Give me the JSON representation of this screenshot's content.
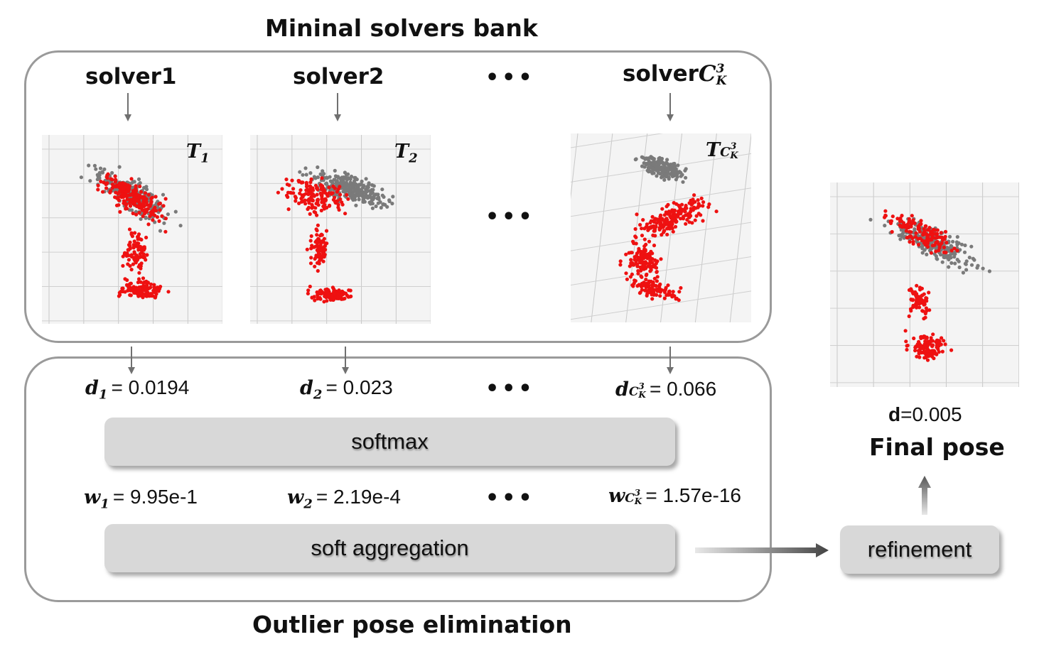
{
  "header": {
    "title": "Mininal solvers bank"
  },
  "footer": {
    "title": "Outlier pose elimination"
  },
  "solvers": [
    {
      "label": "solver1",
      "transform": "T",
      "transform_sub": "1"
    },
    {
      "label": "solver2",
      "transform": "T",
      "transform_sub": "2"
    },
    {
      "label": "solver",
      "label_math": "C",
      "label_sub": "K",
      "label_sup": "3",
      "transform": "T",
      "transform_sub": "C",
      "transform_sub_sub": "K",
      "transform_sub_sup": "3"
    }
  ],
  "ellipsis": "•••",
  "distances": [
    {
      "symbol": "d",
      "sub": "1",
      "value": "= 0.0194"
    },
    {
      "symbol": "d",
      "sub": "2",
      "value": "= 0.023"
    },
    {
      "symbol": "d",
      "sub": "C",
      "sub_sub": "K",
      "sub_sup": "3",
      "value": "= 0.066"
    }
  ],
  "weights": [
    {
      "symbol": "w",
      "sub": "1",
      "value": "= 9.95e-1"
    },
    {
      "symbol": "w",
      "sub": "2",
      "value": "= 2.19e-4"
    },
    {
      "symbol": "w",
      "sub": "C",
      "sub_sub": "K",
      "sub_sup": "3",
      "value": "= 1.57e-16"
    }
  ],
  "softmax_label": "softmax",
  "aggregation_label": "soft aggregation",
  "refinement_label": "refinement",
  "final": {
    "d_symbol": "d",
    "d_value": "=0.005",
    "label": "Final pose"
  },
  "colors": {
    "panel_border": "#9a9a9a",
    "box_fill": "#d8d8d8",
    "inlier": "#ee1111",
    "outlier": "#7a7a7a",
    "arrow": "#707070"
  }
}
